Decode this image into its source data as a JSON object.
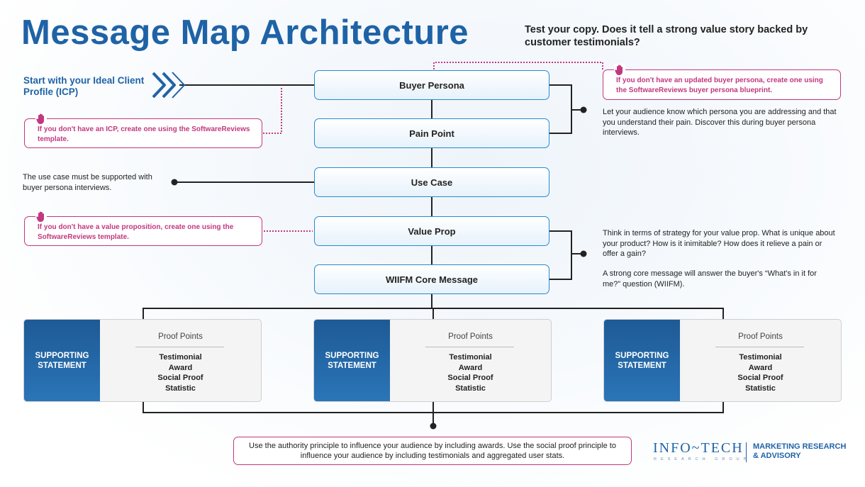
{
  "title": "Message Map Architecture",
  "subtitle": "Test your copy. Does it tell a strong value story backed by customer testimonials?",
  "icp_text": "Start with your Ideal Client Profile (ICP)",
  "nodes": {
    "buyer_persona": "Buyer Persona",
    "pain_point": "Pain Point",
    "use_case": "Use Case",
    "value_prop": "Value Prop",
    "wiifm": "WIIFM Core Message"
  },
  "callouts": {
    "icp": "If you don't have an ICP, create one using the SoftwareReviews template.",
    "value_prop": "If you don't have a value proposition, create one using the SoftwareReviews template.",
    "persona": "If you don't have an updated buyer persona, create one using the SoftwareReviews buyer persona blueprint."
  },
  "notes": {
    "persona_pain": "Let your audience know which persona you are addressing and that you understand their pain. Discover this during buyer persona interviews.",
    "use_case": "The use case must be supported with buyer persona interviews.",
    "value_prop_1": "Think in terms of strategy for your value prop. What is unique about your product? How is it inimitable? How does it relieve a pain or offer a gain?",
    "value_prop_2": "A strong core message will answer the buyer's “What's in it for me?” question (WIIFM)."
  },
  "cards": [
    {
      "label": "SUPPORTING STATEMENT",
      "proof_title": "Proof Points",
      "items": [
        "Testimonial",
        "Award",
        "Social Proof",
        "Statistic"
      ]
    },
    {
      "label": "SUPPORTING STATEMENT",
      "proof_title": "Proof Points",
      "items": [
        "Testimonial",
        "Award",
        "Social Proof",
        "Statistic"
      ]
    },
    {
      "label": "SUPPORTING STATEMENT",
      "proof_title": "Proof Points",
      "items": [
        "Testimonial",
        "Award",
        "Social Proof",
        "Statistic"
      ]
    }
  ],
  "bottom_note": "Use the authority principle to influence your audience by including awards. Use the social proof principle to influence your audience by including testimonials and aggregated user stats.",
  "logo": {
    "name": "INFO~TECH",
    "sub": "RESEARCH GROUP",
    "tagline_1": "MARKETING RESEARCH",
    "tagline_2": "& ADVISORY"
  },
  "colors": {
    "primary_blue": "#1f63a6",
    "accent_magenta": "#c2377f",
    "node_border": "#2a8bc9"
  },
  "icons": {
    "chevron": "double-chevron-icon",
    "hand": "hand-stop-icon"
  }
}
